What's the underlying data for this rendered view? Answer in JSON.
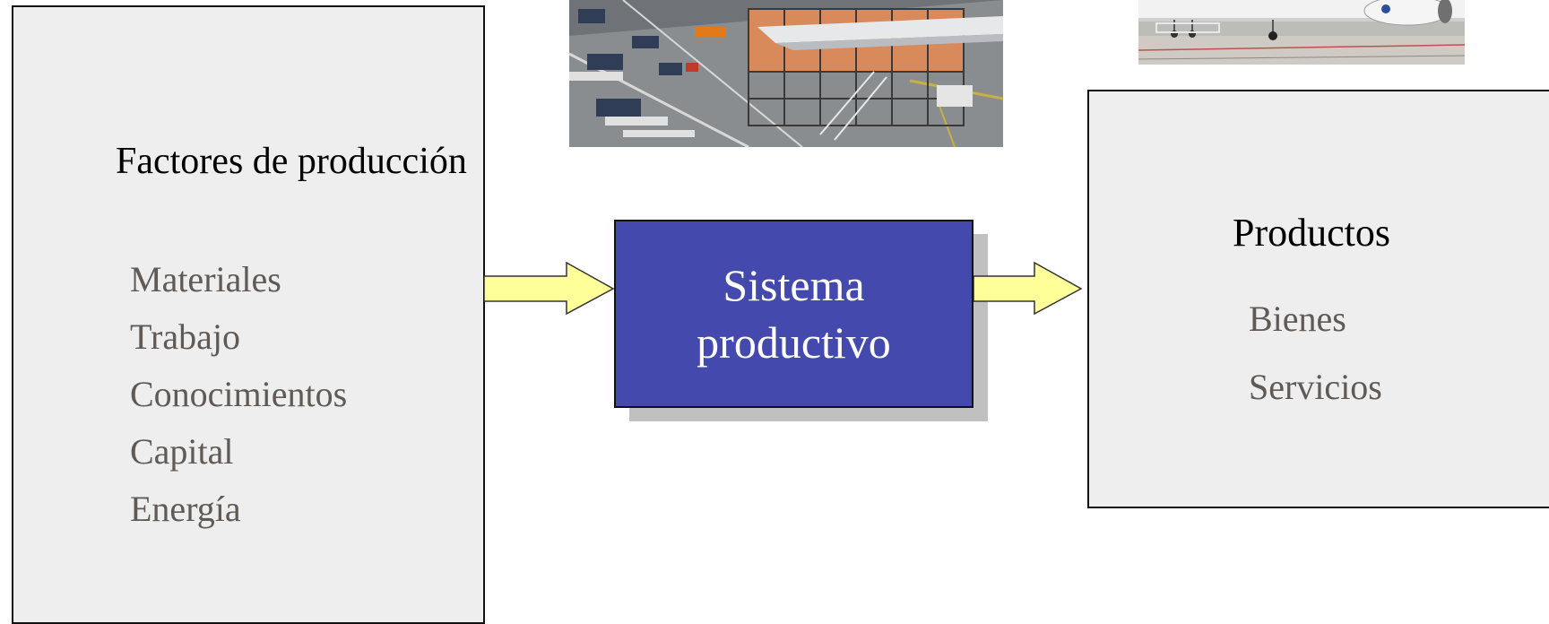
{
  "inputs": {
    "title": "Factores de producción",
    "items": [
      "Materiales",
      "Trabajo",
      "Conocimientos",
      "Capital",
      "Energía"
    ]
  },
  "process": {
    "label_line1": "Sistema",
    "label_line2": "productivo"
  },
  "outputs": {
    "title": "Productos",
    "items": [
      "Bienes",
      "Servicios"
    ]
  },
  "images": {
    "factory": "aircraft-factory-photo",
    "plane": "airplane-photo"
  },
  "colors": {
    "process_fill": "#4349ad",
    "arrow_fill": "#ffff99",
    "box_fill": "#eeeeee",
    "item_text": "#5f5a55"
  }
}
